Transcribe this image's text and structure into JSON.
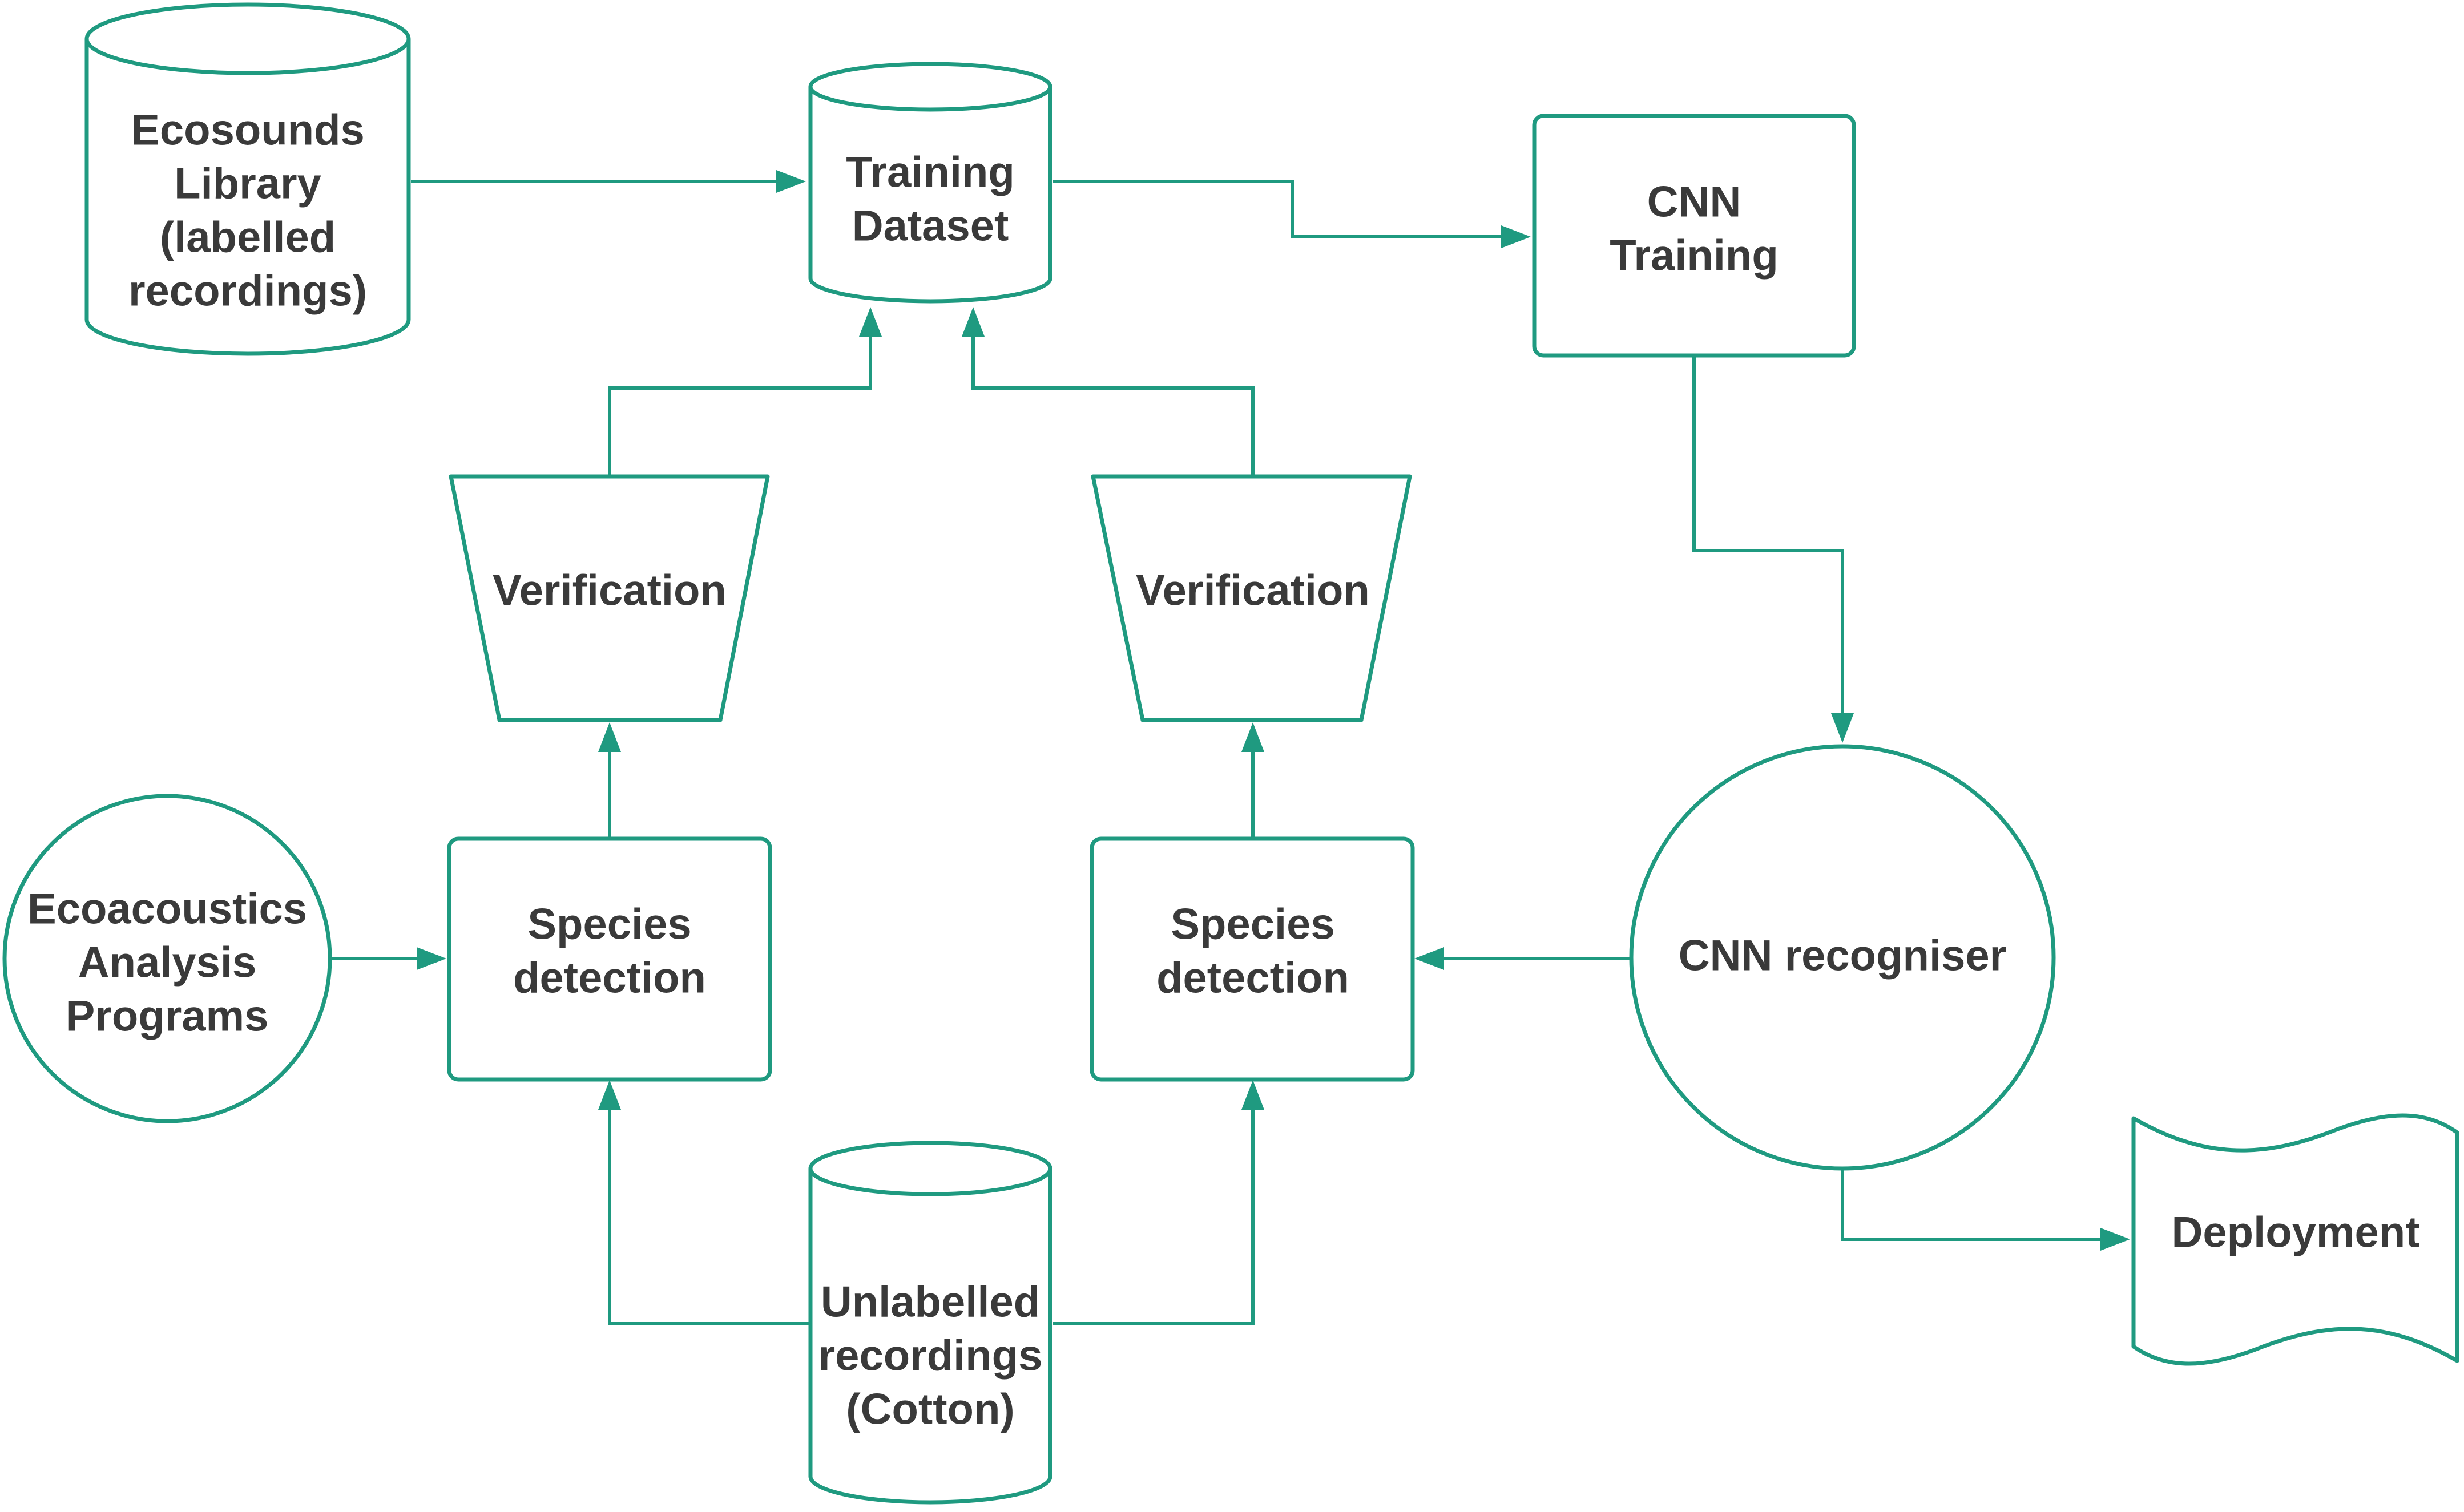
{
  "nodes": {
    "ecosounds_library": [
      "Ecosounds",
      "Library",
      "(labelled",
      "recordings)"
    ],
    "training_dataset": [
      "Training",
      "Dataset"
    ],
    "cnn_training": [
      "CNN",
      "Training"
    ],
    "verification_left": [
      "Verification"
    ],
    "verification_right": [
      "Verification"
    ],
    "ecoacoustics_programs": [
      "Ecoacoustics",
      "Analysis",
      "Programs"
    ],
    "species_detection_left": [
      "Species",
      "detection"
    ],
    "species_detection_right": [
      "Species",
      "detection"
    ],
    "cnn_recogniser": [
      "CNN recogniser"
    ],
    "unlabelled_recordings": [
      "Unlabelled",
      "recordings",
      "(Cotton)"
    ],
    "deployment": [
      "Deployment"
    ]
  },
  "colors": {
    "stroke": "#1f9a80",
    "text": "#3a3a3a",
    "background": "#ffffff"
  }
}
